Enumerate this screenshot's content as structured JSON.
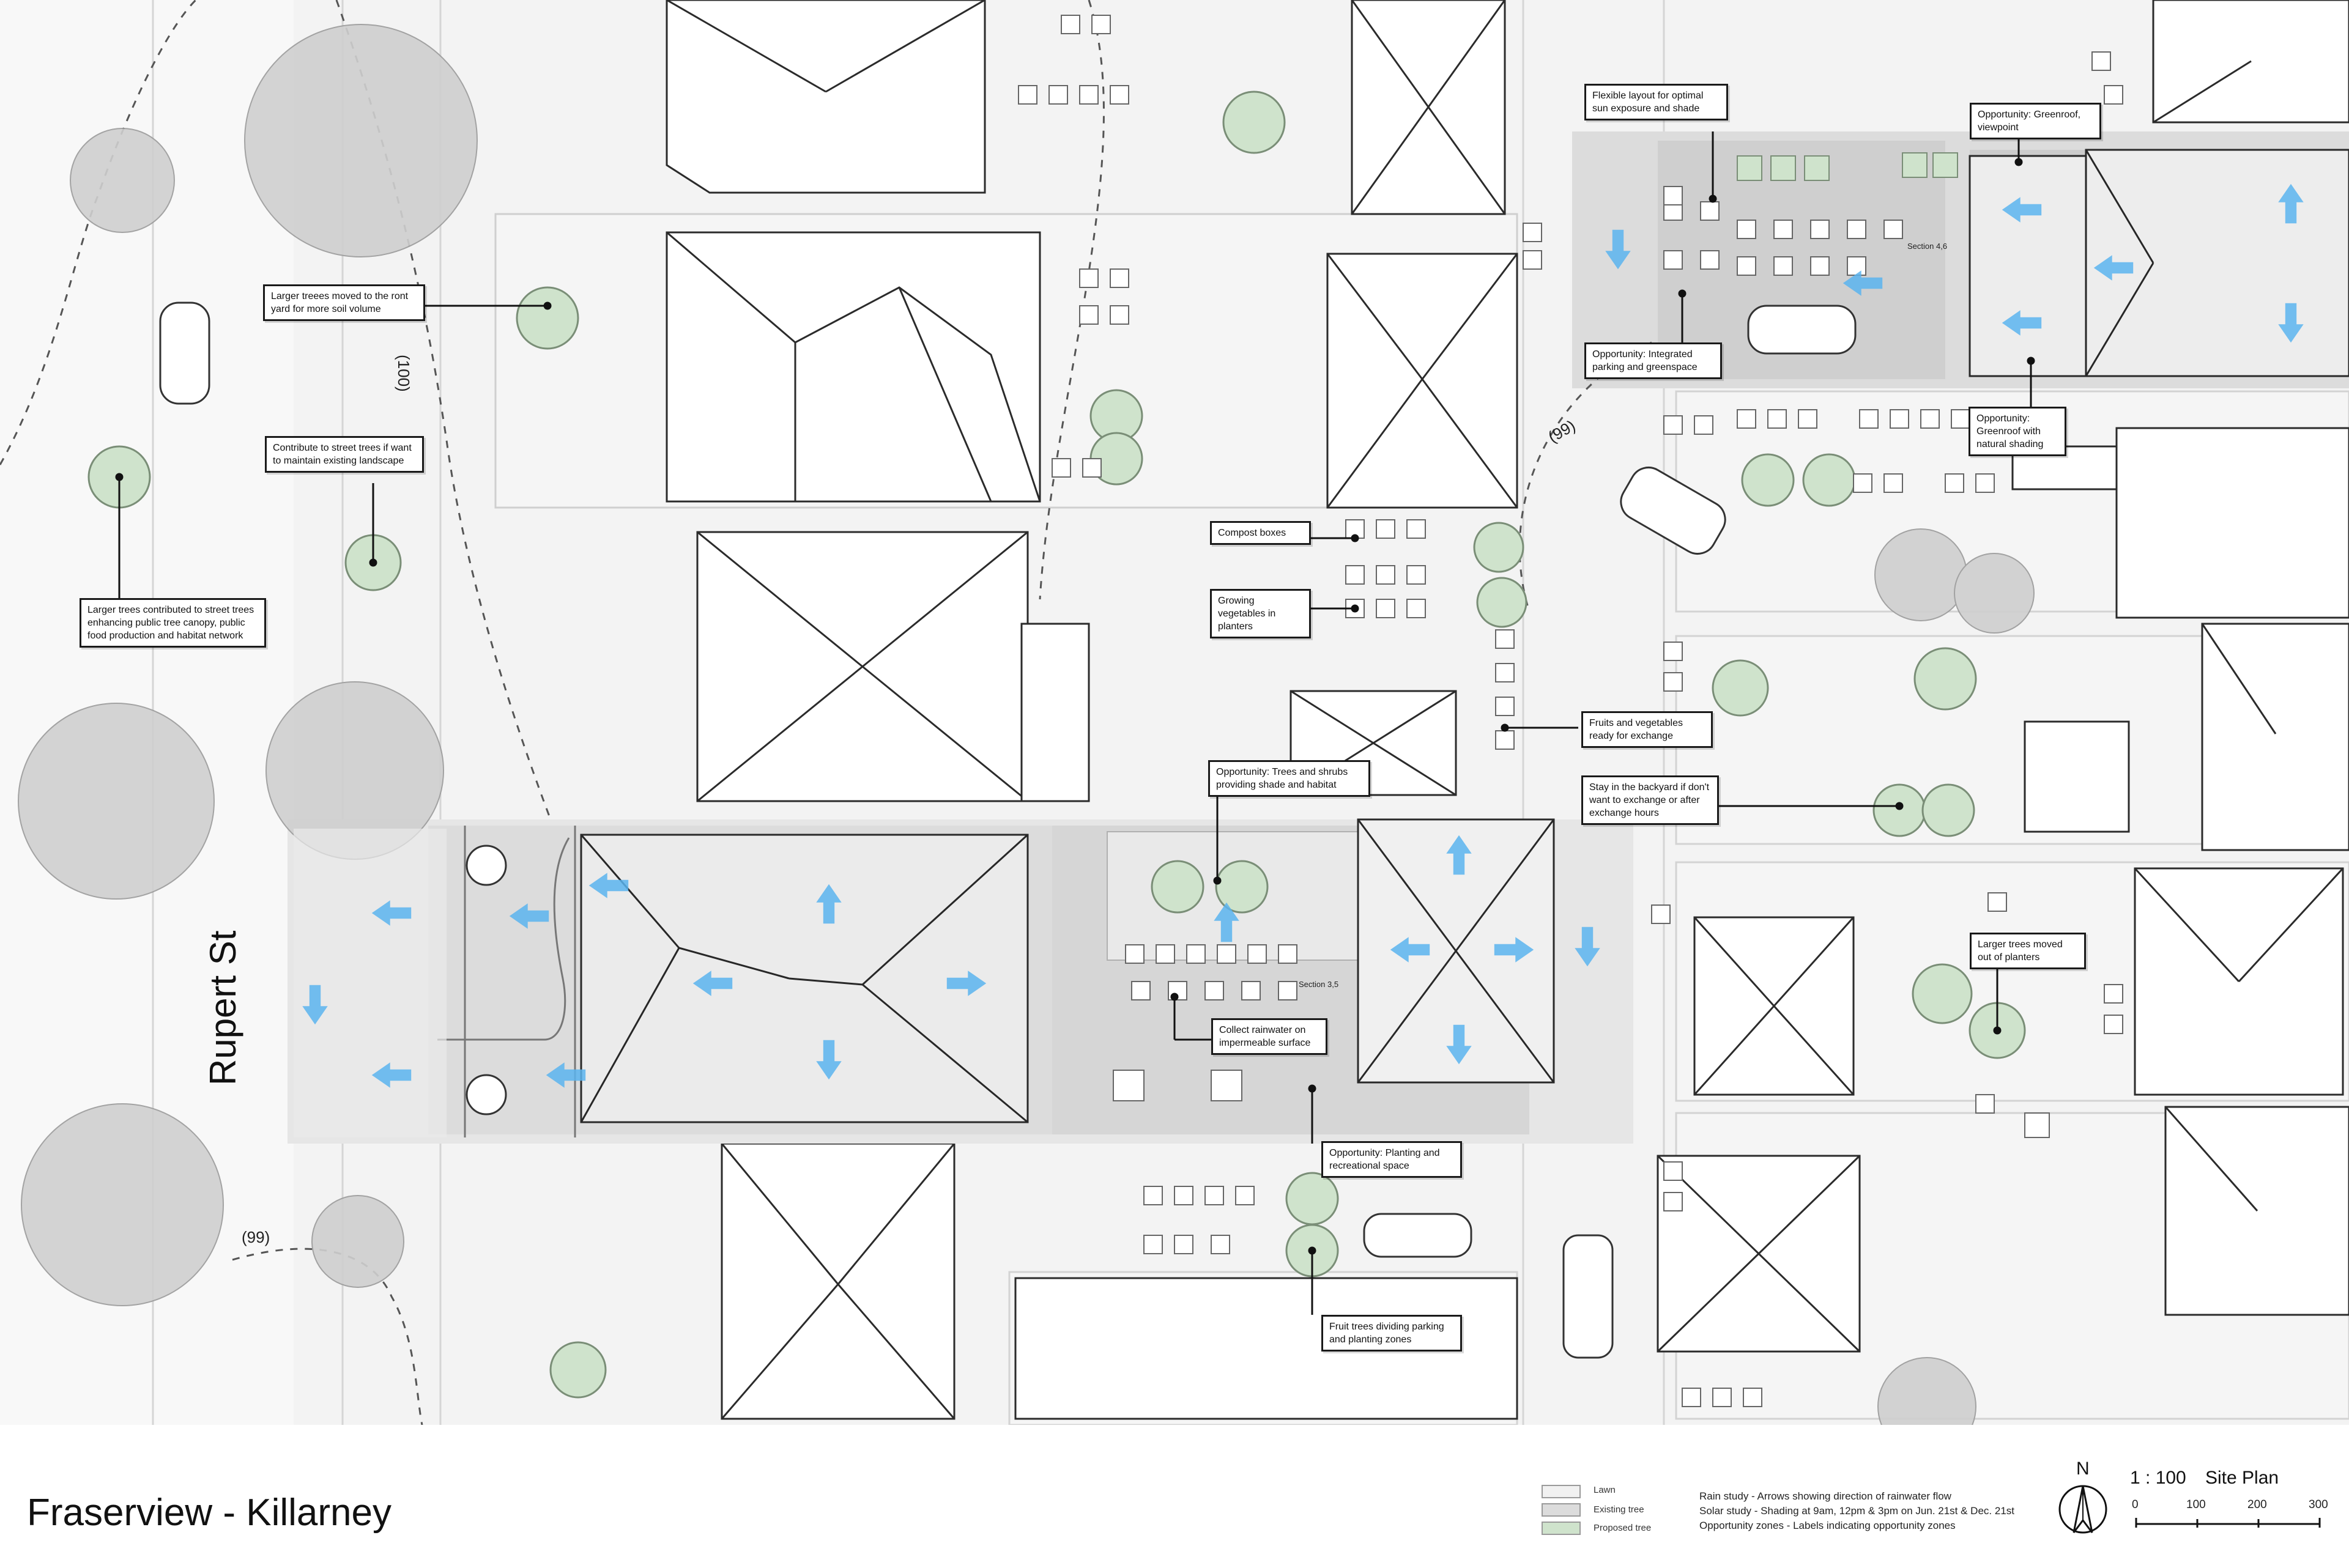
{
  "project": {
    "title": "Fraserview - Killarney"
  },
  "plan": {
    "scale": "1 : 100",
    "type": "Site Plan",
    "north": "N"
  },
  "scale_bar": {
    "ticks": [
      "0",
      "100",
      "200",
      "300"
    ]
  },
  "streets": {
    "main": "Rupert St"
  },
  "elevations": {
    "lot_a": "(100)",
    "lot_b": "(99)",
    "lot_c": "(99)"
  },
  "sections": {
    "a": "Section 4,6",
    "b": "Section 3,5"
  },
  "callouts": {
    "larger_trees_front": "Larger treees moved to the ront yard for more soil volume",
    "contribute_street": "Contribute to street trees if want to maintain existing landscape",
    "larger_trees_canopy": "Larger trees contributed to street trees enhancing public tree canopy, public food production and habitat network",
    "flexible_layout": "Flexible layout for optimal sun exposure and shade",
    "greenroof_viewpoint": "Opportunity: Greenroof, viewpoint",
    "integrated_parking": "Opportunity: Integrated parking and greenspace",
    "greenroof_shading": "Opportunity: Greenroof with natural shading",
    "compost": "Compost boxes",
    "growing_veg": "Growing vegetables in planters",
    "fruits_exchange": "Fruits and vegetables ready for exchange",
    "stay_backyard": "Stay in the backyard if don't want to exchange or after exchange hours",
    "trees_shrubs": "Opportunity: Trees and shrubs providing shade and habitat",
    "larger_out_planters": "Larger trees moved out of planters",
    "collect_rain": "Collect rainwater on impermeable surface",
    "planting_rec": "Opportunity: Planting and recreational space",
    "fruit_trees_dividing": "Fruit trees dividing parking and planting zones"
  },
  "legend": {
    "items": [
      {
        "label": "Lawn",
        "color": "#f1f1f1"
      },
      {
        "label": "Existing tree",
        "color": "#dcdcdc"
      },
      {
        "label": "Proposed tree",
        "color": "#cfe3cc"
      }
    ]
  },
  "notes": [
    "Rain study - Arrows showing direction of rainwater flow",
    "Solar study - Shading at 9am, 12pm & 3pm on Jun. 21st & Dec. 21st",
    "Opportunity zones - Labels indicating opportunity zones"
  ],
  "colors": {
    "arrow": "#5ab4ee",
    "proposed_tree": "#cfe3cc",
    "existing_tree": "#c9c9c9",
    "ground": "#efefef",
    "paving": "#e3e3e3"
  }
}
